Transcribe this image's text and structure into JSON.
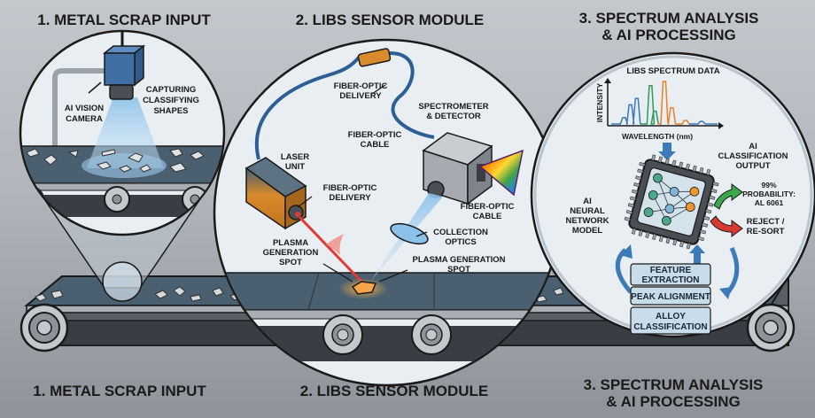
{
  "colors": {
    "background_top": "#c4c8cd",
    "background_bottom": "#8e9299",
    "belt": "#4a6070",
    "circle_fill": "#e8eef2",
    "camera_blue": "#3f6fa3",
    "laser_orange": "#d98a2b",
    "laser_beam": "#e53935",
    "light_cone": "#8cc1ea",
    "arrow_blue": "#3d7ab8",
    "arrow_green": "#3aa84a",
    "arrow_red": "#d93a2f",
    "node_green": "#4aa88a",
    "node_blue": "#7fb6d6",
    "node_orange": "#f0962e"
  },
  "sections": {
    "section1": {
      "top_title": "1. METAL SCRAP INPUT",
      "bottom_title": "1. METAL SCRAP INPUT",
      "camera_label_line1": "AI VISION",
      "camera_label_line2": "CAMERA",
      "capture_line1": "CAPTURING",
      "capture_line2": "CLASSIFYING",
      "capture_line3": "SHAPES"
    },
    "section2": {
      "top_title": "2. LIBS SENSOR MODULE",
      "bottom_title": "2. LIBS SENSOR MODULE",
      "fiber_delivery_top_1": "FIBER-OPTIC",
      "fiber_delivery_top_2": "DELIVERY",
      "fiber_cable_1": "FIBER-OPTIC",
      "fiber_cable_2": "CABLE",
      "spectrometer_1": "SPECTROMETER",
      "spectrometer_2": "& DETECTOR",
      "laser_1": "LASER",
      "laser_2": "UNIT",
      "fiber_delivery_mid_1": "FIBER-OPTIC",
      "fiber_delivery_mid_2": "DELIVERY",
      "fiber_cable_right_1": "FIBER-OPTIC",
      "fiber_cable_right_2": "CABLE",
      "collection_1": "COLLECTION",
      "collection_2": "OPTICS",
      "plasma_left_1": "PLASMA",
      "plasma_left_2": "GENERATION",
      "plasma_left_3": "SPOT",
      "plasma_right_1": "PLASMA GENERATION",
      "plasma_right_2": "SPOT"
    },
    "section3": {
      "top_title_line1": "3. SPECTRUM ANALYSIS",
      "top_title_line2": "& AI PROCESSING",
      "bottom_title_line1": "3. SPECTRUM ANALYSIS",
      "bottom_title_line2": "& AI PROCESSING",
      "spectrum_title": "LIBS SPECTRUM DATA",
      "y_axis": "INTENSITY",
      "x_axis": "WAVELENGTH (nm)",
      "ai_output_1": "AI",
      "ai_output_2": "CLASSIFICATION",
      "ai_output_3": "OUTPUT",
      "prob_1": "99%",
      "prob_2": "PROBABILITY:",
      "prob_3": "AL 6061",
      "reject_1": "REJECT /",
      "reject_2": "RE-SORT",
      "nn_1": "AI",
      "nn_2": "NEURAL",
      "nn_3": "NETWORK",
      "nn_4": "MODEL",
      "steps": [
        {
          "line1": "FEATURE",
          "line2": "EXTRACTION"
        },
        {
          "line1": "PEAK ALIGNMENT",
          "line2": ""
        },
        {
          "line1": "ALLOY",
          "line2": "CLASSIFICATION"
        }
      ]
    }
  },
  "spectrum_peaks": [
    {
      "x": 0.12,
      "h": 0.15,
      "color": "#3a78b8"
    },
    {
      "x": 0.18,
      "h": 0.45,
      "color": "#3a78b8"
    },
    {
      "x": 0.24,
      "h": 0.6,
      "color": "#3a78b8"
    },
    {
      "x": 0.37,
      "h": 0.9,
      "color": "#2f9a5a"
    },
    {
      "x": 0.41,
      "h": 0.3,
      "color": "#2f9a5a"
    },
    {
      "x": 0.5,
      "h": 1.0,
      "color": "#e8822a"
    },
    {
      "x": 0.57,
      "h": 0.38,
      "color": "#e8822a"
    },
    {
      "x": 0.7,
      "h": 0.08,
      "color": "#e8822a"
    },
    {
      "x": 0.85,
      "h": 0.06,
      "color": "#3a78b8"
    }
  ]
}
